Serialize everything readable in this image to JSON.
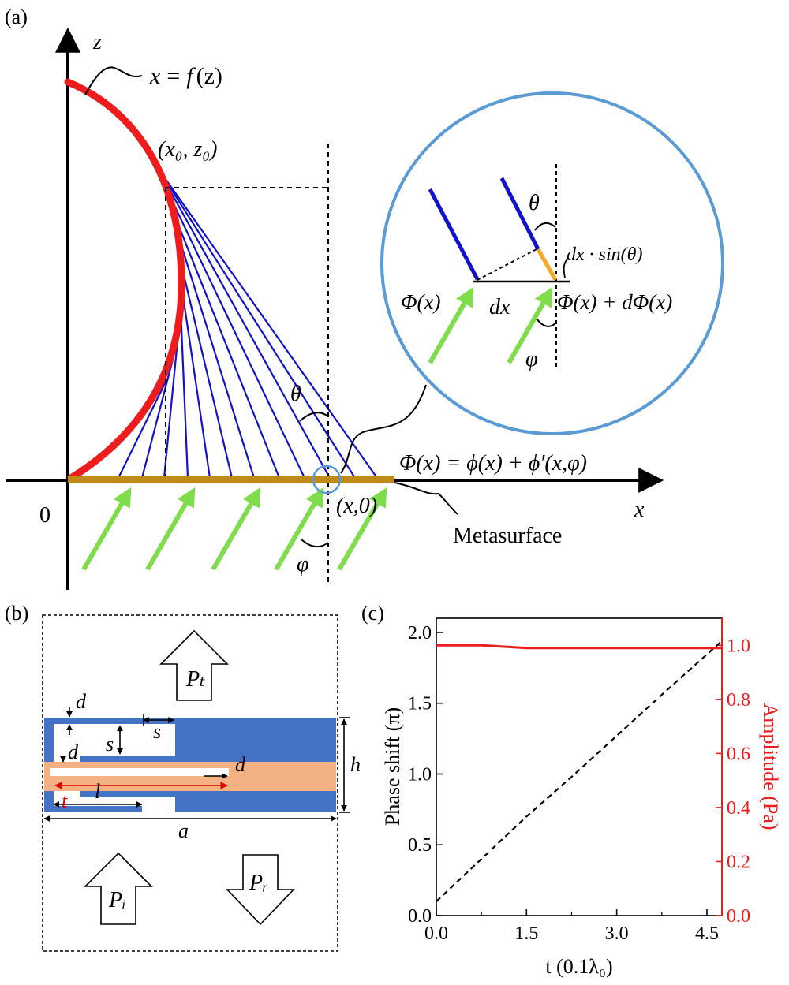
{
  "panel_a": {
    "label": "(a)",
    "z_axis": "z",
    "x_axis": "x",
    "origin": "0",
    "curve_eq": {
      "lhs": "x",
      "eq": "=",
      "f": "f",
      "arg": "(z)"
    },
    "point_x0z0": "(x₀, z₀)",
    "point_x0": "(x,0)",
    "theta": "θ",
    "phi": "φ",
    "phase_eq": "Φ(x) = ϕ(x) + ϕ′(x,φ)",
    "metasurface": "Metasurface",
    "inset": {
      "phi_left": "Φ(x)",
      "phi_right": "Φ(x) + dΦ(x)",
      "dx": "dx",
      "dx_sin": "dx · sin(θ)",
      "theta": "θ",
      "phi": "φ"
    },
    "colors": {
      "curve": "#ee1c1c",
      "rays": "#1212cc",
      "incident": "#7fdc4a",
      "metasurface": "#bf8a17",
      "inset_circle": "#5b9bd5",
      "path_diff": "#f5a623"
    }
  },
  "panel_b": {
    "label": "(b)",
    "Pt": "Pₜ",
    "Pi": "Pᵢ",
    "Pr": "Pᵣ",
    "dims": {
      "d": "d",
      "s": "s",
      "t": "t",
      "l": "l",
      "a": "a",
      "h": "h"
    },
    "colors": {
      "solid": "#4472c4",
      "fluid": "#f4b183",
      "t_mark": "#e00000"
    }
  },
  "panel_c": {
    "label": "(c)"
  },
  "chart_data": {
    "type": "line",
    "x": [
      0.0,
      0.75,
      1.5,
      2.25,
      3.0,
      3.75,
      4.75
    ],
    "xlim": [
      0.0,
      4.75
    ],
    "xticks": [
      "0.0",
      "1.5",
      "3.0",
      "4.5"
    ],
    "xlabel": "t (0.1λ₀)",
    "ylabel": "Phase shift (π)",
    "ylim": [
      0.0,
      2.1
    ],
    "yticks": [
      "0.0",
      "0.5",
      "1.0",
      "1.5",
      "2.0"
    ],
    "ylabel_right": "Amplitude (Pa)",
    "ylim_right": [
      0.0,
      1.1
    ],
    "yticks_right": [
      "0.0",
      "0.2",
      "0.4",
      "0.6",
      "0.8",
      "1.0"
    ],
    "series": [
      {
        "axis": "left",
        "style": "dashed",
        "color": "#000000",
        "values": [
          0.1,
          0.4,
          0.7,
          0.98,
          1.27,
          1.56,
          1.94
        ]
      },
      {
        "axis": "right",
        "style": "solid",
        "color": "#ee1c1c",
        "values": [
          1.0,
          1.0,
          0.99,
          0.99,
          0.99,
          0.99,
          0.99
        ]
      }
    ],
    "grid": false
  }
}
